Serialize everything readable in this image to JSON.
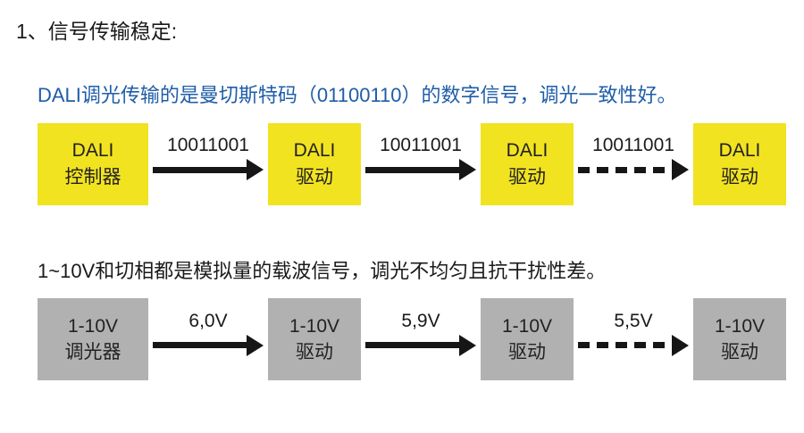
{
  "page": {
    "title": "1、信号传输稳定:"
  },
  "dali_section": {
    "description": "DALI调光传输的是曼切斯特码（01100110）的数字信号，调光一致性好。",
    "box_color": "#f2e320",
    "description_color": "#1f5da8",
    "boxes": [
      {
        "line1": "DALI",
        "line2": "控制器"
      },
      {
        "line1": "DALI",
        "line2": "驱动"
      },
      {
        "line1": "DALI",
        "line2": "驱动"
      },
      {
        "line1": "DALI",
        "line2": "驱动"
      }
    ],
    "arrows": [
      {
        "label": "10011001",
        "style": "solid"
      },
      {
        "label": "10011001",
        "style": "solid"
      },
      {
        "label": "10011001",
        "style": "dashed"
      }
    ]
  },
  "analog_section": {
    "description": "1~10V和切相都是模拟量的载波信号，调光不均匀且抗干扰性差。",
    "box_color": "#b1b1b1",
    "description_color": "#1a1a1a",
    "boxes": [
      {
        "line1": "1-10V",
        "line2": "调光器"
      },
      {
        "line1": "1-10V",
        "line2": "驱动"
      },
      {
        "line1": "1-10V",
        "line2": "驱动"
      },
      {
        "line1": "1-10V",
        "line2": "驱动"
      }
    ],
    "arrows": [
      {
        "label": "6,0V",
        "style": "solid"
      },
      {
        "label": "5,9V",
        "style": "solid"
      },
      {
        "label": "5,5V",
        "style": "dashed"
      }
    ]
  }
}
